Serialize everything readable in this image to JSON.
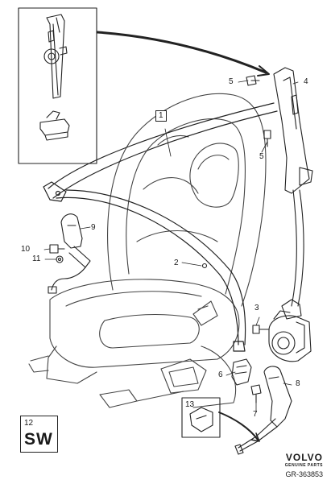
{
  "diagram": {
    "callouts": [
      "1",
      "2",
      "3",
      "4",
      "5",
      "5",
      "6",
      "7",
      "8",
      "9",
      "10",
      "11",
      "12",
      "13"
    ],
    "sw_label": "SW"
  },
  "footer": {
    "brand": "VOLVO",
    "brand_sub": "GENUINE PARTS",
    "ref_code": "GR-363853"
  }
}
